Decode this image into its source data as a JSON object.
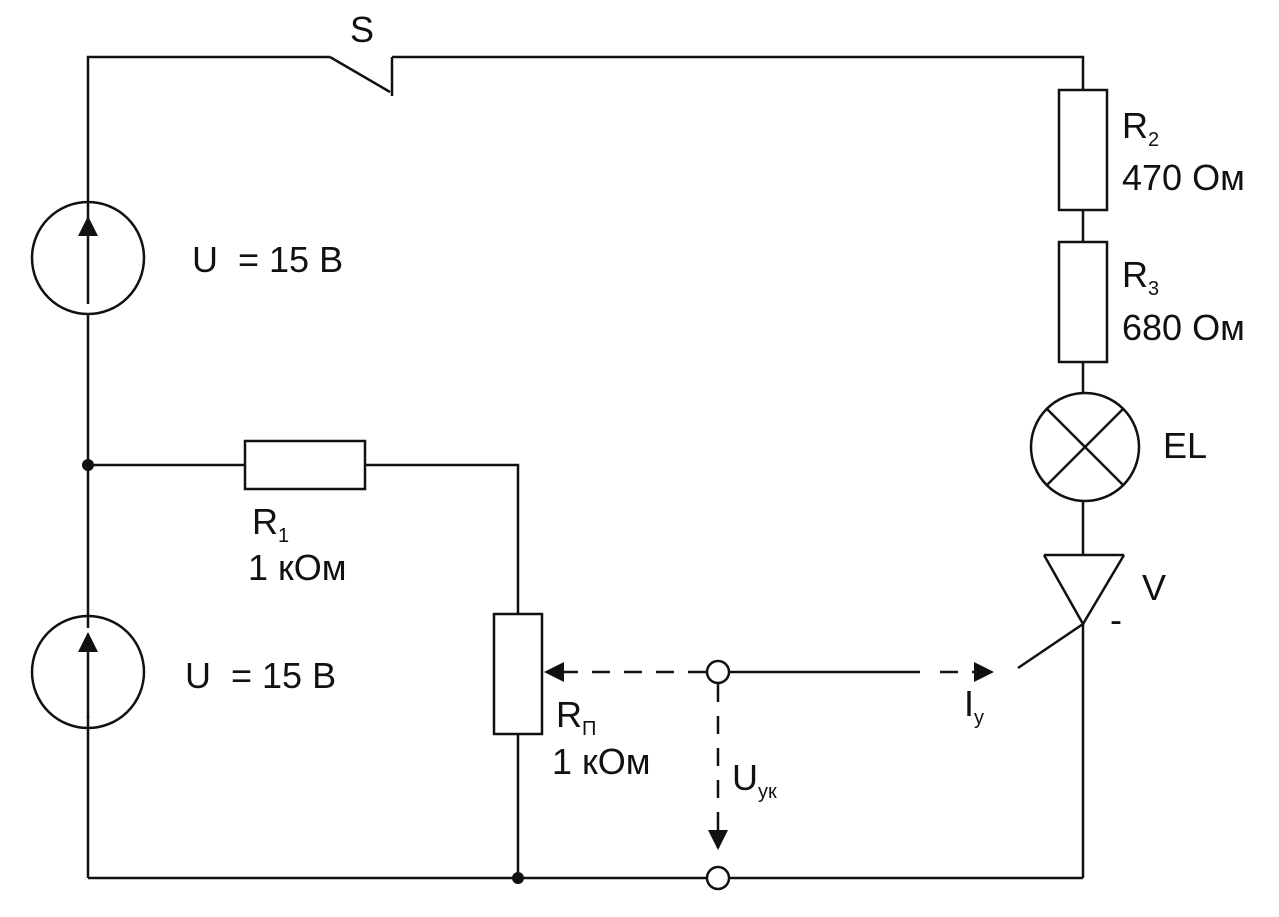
{
  "switch": {
    "label": "S"
  },
  "sources": [
    {
      "label": "U  = 15 В"
    },
    {
      "label": "U  = 15 В"
    }
  ],
  "resistors": {
    "r1": {
      "name": "R",
      "sub": "1",
      "value": "1 кОм"
    },
    "r2": {
      "name": "R",
      "sub": "2",
      "value": "470 Ом"
    },
    "r3": {
      "name": "R",
      "sub": "3",
      "value": "680 Ом"
    },
    "rp": {
      "name": "R",
      "sub": "П",
      "value": "1 кОм"
    }
  },
  "lamp": {
    "label": "EL"
  },
  "thyristor": {
    "label": "V",
    "minus": "-"
  },
  "control": {
    "current": {
      "name": "I",
      "sub": "у"
    },
    "voltage": {
      "name": "U",
      "sub": "ук"
    }
  }
}
